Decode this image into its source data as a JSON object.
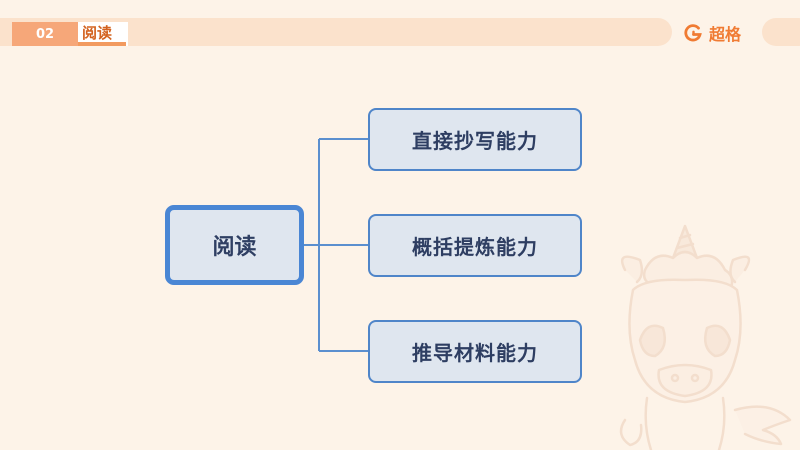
{
  "header": {
    "section_number": "02",
    "section_title": "阅读",
    "brand_name": "超格",
    "brand_icon": "brand-logo-icon"
  },
  "colors": {
    "background": "#fdf3e8",
    "header_bar": "#fbe2cc",
    "accent_orange": "#f07b33",
    "node_border": "#4a86d4",
    "node_fill": "#dfe6ef",
    "node_text": "#2e3e62"
  },
  "mindmap": {
    "root": {
      "label": "阅读"
    },
    "children": [
      {
        "label": "直接抄写能力"
      },
      {
        "label": "概括提炼能力"
      },
      {
        "label": "推导材料能力"
      }
    ]
  },
  "decoration": {
    "mascot_icon": "unicorn-mascot-icon"
  }
}
